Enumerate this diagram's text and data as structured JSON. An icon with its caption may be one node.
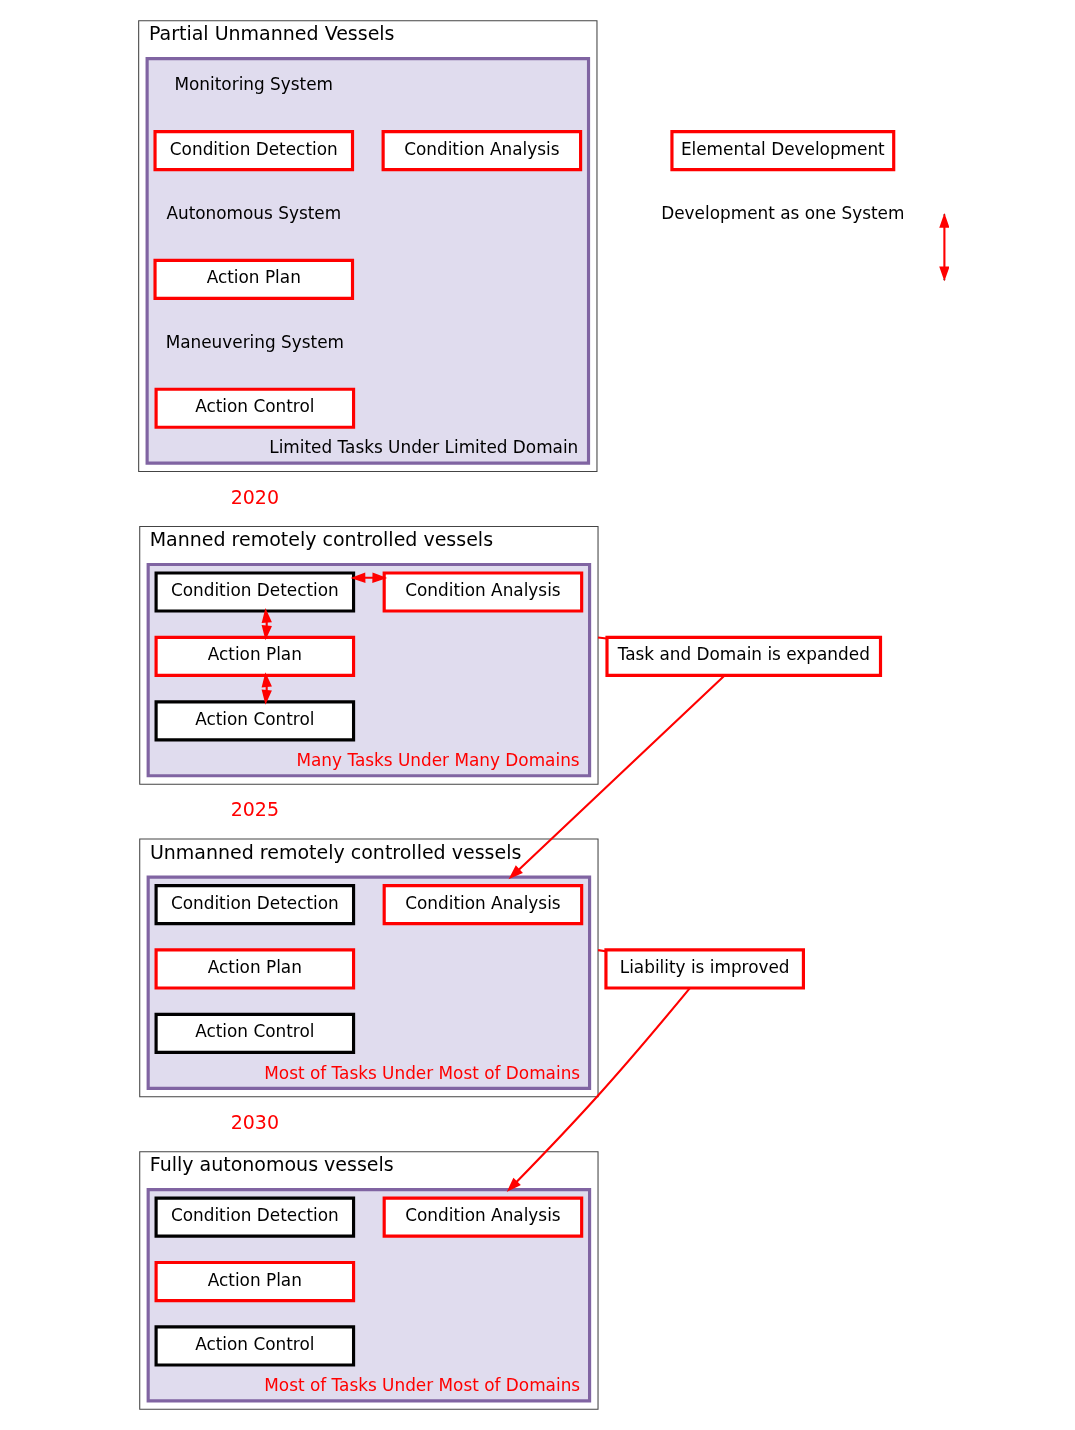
{
  "diagram": {
    "nodes": [
      {
        "text": [
          "Partial Unmanned Vessels"
        ]
      },
      {
        "text": [
          "Limited Tasks Under Limited Domain"
        ],
        "in": 0
      },
      {
        "text": [
          "Condition Detection"
        ],
        "in": 1
      },
      {
        "text": [
          "Condition Analysis"
        ],
        "in": 1
      },
      {
        "text": [
          "Action Plan"
        ],
        "in": 1
      },
      {
        "text": [
          "Action Control"
        ],
        "in": 1
      },
      {
        "text": [
          "Manned remotely controlled vessels"
        ]
      },
      {
        "text": [
          "Many Tasks Under Many Domains"
        ],
        "in": 6
      },
      {
        "text": [
          "Condition Detection"
        ],
        "in": 7
      },
      {
        "text": [
          "Condition Analysis"
        ],
        "in": 7
      },
      {
        "text": [
          "Action Plan"
        ],
        "in": 7
      },
      {
        "text": [
          "Action Control"
        ],
        "in": 7
      },
      {
        "text": [
          "Unmanned remotely controlled vessels"
        ]
      },
      {
        "text": [
          "Most of Tasks Under Most of Domains"
        ],
        "in": 12
      },
      {
        "text": [
          "Condition Detection"
        ],
        "in": 13
      },
      {
        "text": [
          "Condition Analysis"
        ],
        "in": 13
      },
      {
        "text": [
          "Action Plan"
        ],
        "in": 13
      },
      {
        "text": [
          "Action Control"
        ],
        "in": 13
      },
      {
        "text": [
          "Fully autonomous vessels"
        ]
      },
      {
        "text": [
          "Most of Tasks Under Most of Domains"
        ],
        "in": 18
      },
      {
        "text": [
          "Condition Detection"
        ],
        "in": 19
      },
      {
        "text": [
          "Condition Analysis"
        ],
        "in": 19
      },
      {
        "text": [
          "Action Plan"
        ],
        "in": 19
      },
      {
        "text": [
          "Action Control"
        ],
        "in": 19
      },
      {
        "text": [
          "Task and Domain is expanded"
        ]
      },
      {
        "text": [
          "Liability is improved"
        ]
      }
    ],
    "edges": [
      {
        "from": 8,
        "to": 9,
        "arrow": "both",
        "color": "#ff0000"
      },
      {
        "from": 8,
        "to": 10,
        "arrow": "both",
        "color": "#ff0000"
      },
      {
        "from": 10,
        "to": 11,
        "arrow": "both",
        "color": "#ff0000"
      },
      {
        "from": 6,
        "to": 24,
        "arrow": "none",
        "color": "#ff0000"
      },
      {
        "from": 24,
        "to": 13,
        "arrow": "to",
        "color": "#ff0000"
      },
      {
        "from": 12,
        "to": 25,
        "arrow": "none",
        "color": "#ff0000"
      },
      {
        "from": 25,
        "to": 19,
        "arrow": "to",
        "color": "#ff0000"
      }
    ],
    "labels": [
      "Monitoring System",
      "Autonomous System",
      "Maneuvering System",
      "2020",
      "2025",
      "2030"
    ],
    "legend": [
      {
        "text": "Elemental Development"
      },
      {
        "text": "Development as one System"
      }
    ]
  }
}
